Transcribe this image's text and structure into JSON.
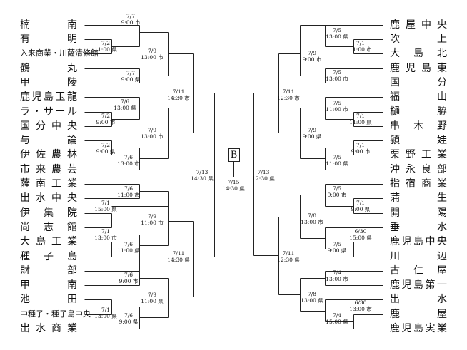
{
  "teams_left": [
    "楠南",
    "有明",
    "入来商業・川薩清修館",
    "鶴丸",
    "甲陵",
    "鹿児島玉龍",
    "ラ・サール",
    "国分中央",
    "与論",
    "伊佐農林",
    "市来農芸",
    "薩南工業",
    "出水中央",
    "伊集院",
    "尚志館",
    "大島工業",
    "種子島",
    "財部",
    "甲南",
    "池田",
    "中種子・種子島中央",
    "出水商業"
  ],
  "teams_right": [
    "鹿屋中央",
    "吹上",
    "大島北",
    "鹿児島東",
    "国分",
    "福山",
    "樋脇",
    "串木野",
    "頴娃",
    "栗野工業",
    "沖永良部",
    "指宿商業",
    "蒲生",
    "開陽",
    "垂水",
    "鹿児島中央",
    "川辺",
    "古仁屋",
    "鹿児島第一",
    "出水",
    "鹿屋",
    "鹿児島実業"
  ],
  "match_labels": {
    "L_r1a": {
      "date": "7/7",
      "time": "9:00 市"
    },
    "L_r1b": {
      "date": "7/2",
      "time": "11:00 県"
    },
    "L_r2a": {
      "date": "7/9",
      "time": "13:00 市"
    },
    "L_r1c": {
      "date": "7/7",
      "time": "9:00 県"
    },
    "L_r1d": {
      "date": "7/6",
      "time": "13:00 県"
    },
    "L_r1e": {
      "date": "7/2",
      "time": "9:00 市"
    },
    "L_r2b": {
      "date": "7/9",
      "time": "13:00 市"
    },
    "L_r1f": {
      "date": "7/2",
      "time": "9:00 県"
    },
    "L_r1g": {
      "date": "7/6",
      "time": "13:00 市"
    },
    "L_r3a": {
      "date": "7/11",
      "time": "14:30 市"
    },
    "L_r1h": {
      "date": "7/6",
      "time": "11:00 市"
    },
    "L_r1i": {
      "date": "7/1",
      "time": "15:00 県"
    },
    "L_r2c": {
      "date": "7/9",
      "time": "11:00 市"
    },
    "L_r1j": {
      "date": "7/1",
      "time": "13:00 市"
    },
    "L_r1k": {
      "date": "7/6",
      "time": "11:00 県"
    },
    "L_r1l": {
      "date": "7/6",
      "time": "9:00 市"
    },
    "L_r2d": {
      "date": "7/9",
      "time": "11:00 県"
    },
    "L_r1m": {
      "date": "7/1",
      "time": "13:00 県"
    },
    "L_r1n": {
      "date": "7/6",
      "time": "9:00 県"
    },
    "L_r3b": {
      "date": "7/11",
      "time": "14:30 県"
    },
    "L_semi": {
      "date": "7/13",
      "time": "14:30 県"
    },
    "final": {
      "date": "7/15",
      "time": "14:30 県"
    },
    "R_semi": {
      "date": "7/13",
      "time": "12:30 県"
    },
    "R_r1a": {
      "date": "7/5",
      "time": "13:00 県"
    },
    "R_r1b": {
      "date": "7/1",
      "time": "11:00 市"
    },
    "R_r2a": {
      "date": "7/9",
      "time": "9:00 市"
    },
    "R_r1c": {
      "date": "7/5",
      "time": "13:00 市"
    },
    "R_r3a": {
      "date": "7/11",
      "time": "12:30 市"
    },
    "R_r1d": {
      "date": "7/5",
      "time": "11:00 市"
    },
    "R_r1e": {
      "date": "7/1",
      "time": "11:00 県"
    },
    "R_r2b": {
      "date": "7/9",
      "time": "9:00 県"
    },
    "R_r1f": {
      "date": "7/1",
      "time": "9:00 市"
    },
    "R_r1g": {
      "date": "7/5",
      "time": "11:00 県"
    },
    "R_r1h": {
      "date": "7/5",
      "time": "9:00 市"
    },
    "R_r1i": {
      "date": "7/1",
      "time": "9:00 県"
    },
    "R_r2c": {
      "date": "7/8",
      "time": "13:00 市"
    },
    "R_r1j": {
      "date": "6/30",
      "time": "15:00 県"
    },
    "R_r1k": {
      "date": "7/5",
      "time": "9:00 県"
    },
    "R_r3b": {
      "date": "7/11",
      "time": "12:30 県"
    },
    "R_r1l": {
      "date": "7/4",
      "time": "13:00 市"
    },
    "R_r2d": {
      "date": "7/8",
      "time": "13:00 県"
    },
    "R_r1m": {
      "date": "6/30",
      "time": "13:00 市"
    },
    "R_r1n": {
      "date": "7/4",
      "time": "15:00 県"
    }
  },
  "final_box": "B"
}
